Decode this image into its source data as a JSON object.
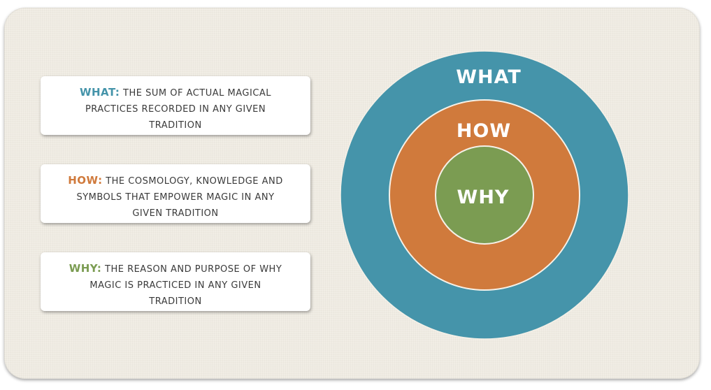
{
  "colors": {
    "what": "#4594aa",
    "how": "#d07a3c",
    "why": "#7b9c52",
    "ring_border": "#f5f1e8"
  },
  "cards": {
    "what": {
      "term": "WHAT:",
      "line1": "THE SUM OF ACTUAL MAGICAL",
      "line2": "PRACTICES RECORDED IN ANY GIVEN",
      "line3": "TRADITION"
    },
    "how": {
      "term": "HOW:",
      "line1": "THE COSMOLOGY, KNOWLEDGE AND",
      "line2": "SYMBOLS THAT EMPOWER MAGIC IN ANY",
      "line3": "GIVEN TRADITION"
    },
    "why": {
      "term": "WHY:",
      "line1": "THE REASON AND PURPOSE OF WHY",
      "line2": "MAGIC IS PRACTICED IN ANY GIVEN",
      "line3": "TRADITION"
    }
  },
  "rings": {
    "what": "WHAT",
    "how": "HOW",
    "why": "WHY"
  }
}
